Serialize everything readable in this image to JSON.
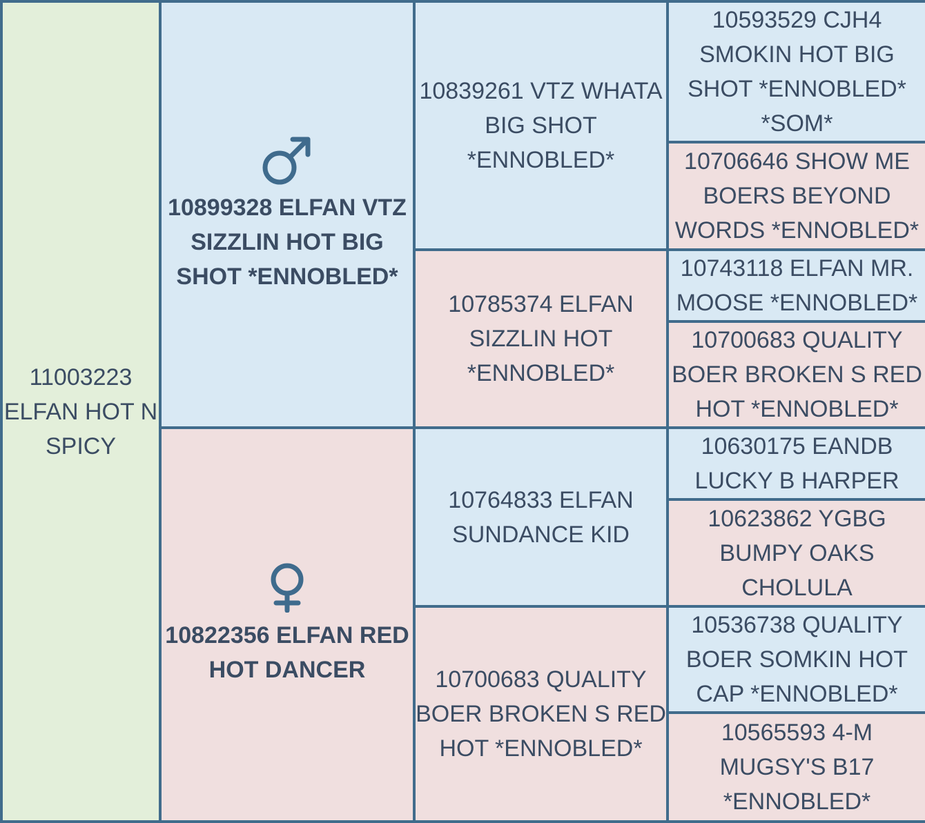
{
  "palette": {
    "male_cell_color": "#d9e9f4",
    "female_cell_color": "#f0dfdf",
    "subject_cell_color": "#e3efda",
    "border_color": "#416c8c",
    "text_color": "#3b4c63",
    "icon_color": "#3f6b8d"
  },
  "pedigree": {
    "subject": {
      "name": "11003223 ELFAN HOT N SPICY"
    },
    "sire": {
      "icon": "male-icon",
      "name": "10899328 ELFAN VTZ SIZZLIN HOT BIG SHOT *ENNOBLED*"
    },
    "dam": {
      "icon": "female-icon",
      "name": "10822356 ELFAN RED HOT DANCER"
    },
    "grandparents": [
      {
        "role": "paternal-grandsire",
        "name": "10839261 VTZ WHATA BIG SHOT *ENNOBLED*"
      },
      {
        "role": "paternal-granddam",
        "name": "10785374 ELFAN SIZZLIN HOT *ENNOBLED*"
      },
      {
        "role": "maternal-grandsire",
        "name": "10764833 ELFAN SUNDANCE KID"
      },
      {
        "role": "maternal-granddam",
        "name": "10700683 QUALITY BOER BROKEN S RED HOT *ENNOBLED*"
      }
    ],
    "great_grandparents": [
      {
        "name": "10593529 CJH4 SMOKIN HOT BIG SHOT *ENNOBLED* *SOM*"
      },
      {
        "name": "10706646 SHOW ME BOERS BEYOND WORDS *ENNOBLED*"
      },
      {
        "name": "10743118 ELFAN MR. MOOSE *ENNOBLED*"
      },
      {
        "name": "10700683 QUALITY BOER BROKEN S RED HOT *ENNOBLED*"
      },
      {
        "name": "10630175 EANDB LUCKY B HARPER"
      },
      {
        "name": "10623862 YGBG BUMPY OAKS CHOLULA"
      },
      {
        "name": "10536738 QUALITY BOER SOMKIN HOT CAP *ENNOBLED*"
      },
      {
        "name": "10565593 4-M MUGSY'S B17 *ENNOBLED*"
      }
    ]
  }
}
